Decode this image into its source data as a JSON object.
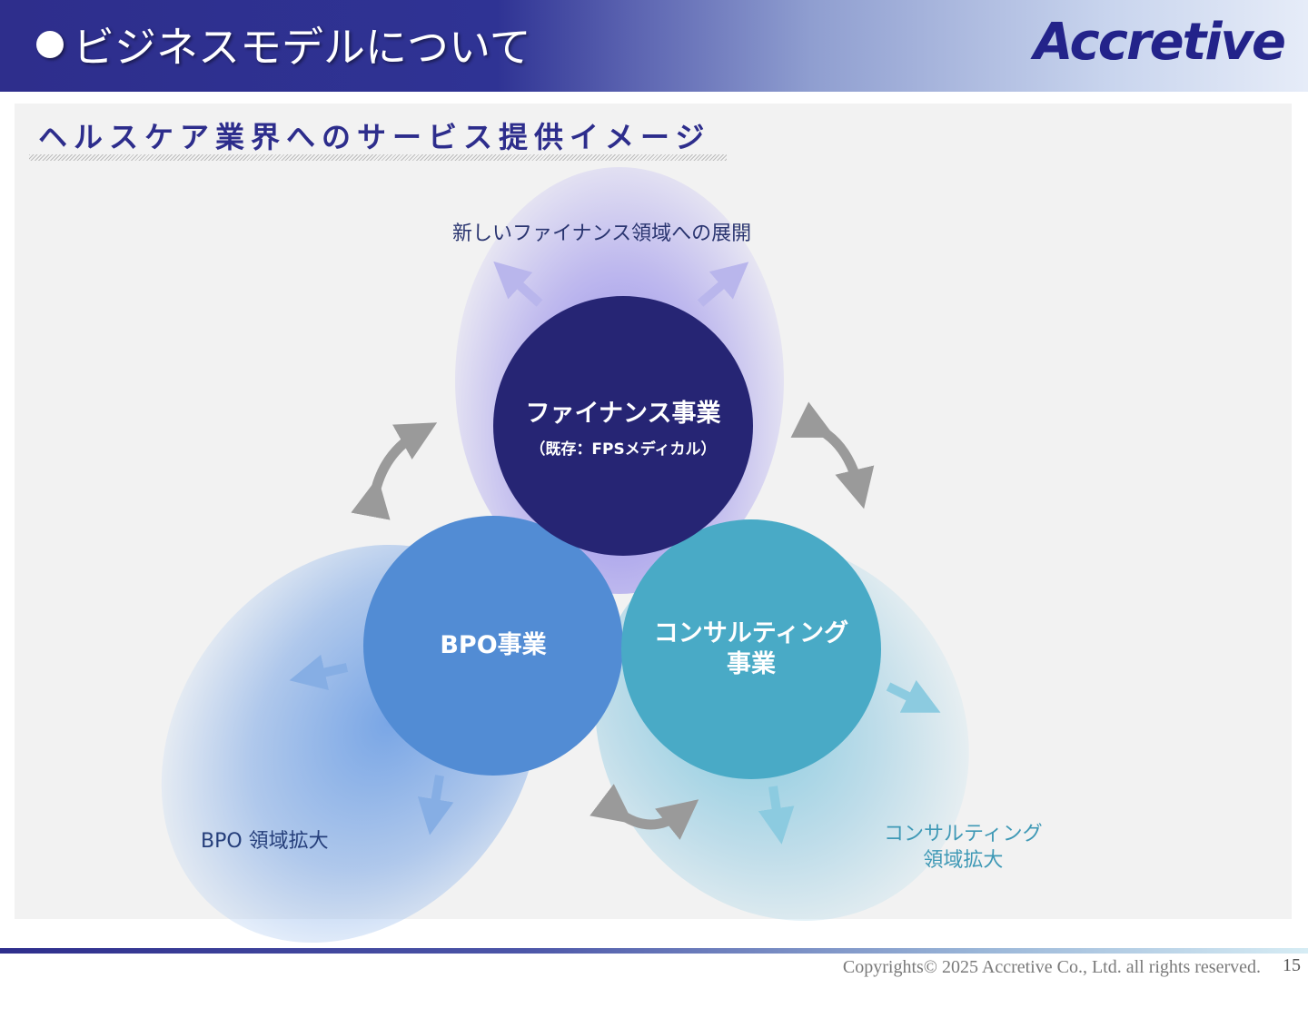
{
  "header": {
    "title": "ビジネスモデルについて",
    "logo_text": "Accretive"
  },
  "section": {
    "subtitle": "ヘルスケア業界へのサービス提供イメージ"
  },
  "diagram": {
    "top_label": "新しいファイナンス領域への展開",
    "finance": {
      "name": "ファイナンス事業",
      "note": "（既存：FPSメディカル）"
    },
    "bpo": {
      "name": "BPO事業",
      "expansion_label": "BPO 領域拡大"
    },
    "consulting": {
      "name_line1": "コンサルティング",
      "name_line2": "事業",
      "expansion_line1": "コンサルティング",
      "expansion_line2": "領域拡大"
    },
    "colors": {
      "finance": "#262574",
      "bpo": "#528cd4",
      "consulting": "#49aac6",
      "sync_arrows": "#9a9a9a"
    }
  },
  "footer": {
    "copyright": "Copyrights© 2025 Accretive Co., Ltd. all rights reserved.",
    "page": "15"
  }
}
